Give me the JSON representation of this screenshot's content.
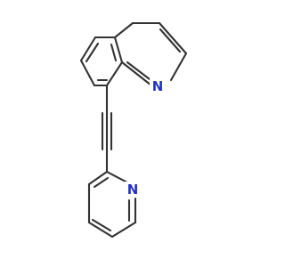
{
  "molecule": {
    "atoms": [
      {
        "id": "quinoline-n",
        "label": "N",
        "color": "#2331c4"
      },
      {
        "id": "pyridine-n",
        "label": "N",
        "color": "#2331c4"
      }
    ],
    "bond_color": "#333333",
    "background": "#ffffff"
  }
}
